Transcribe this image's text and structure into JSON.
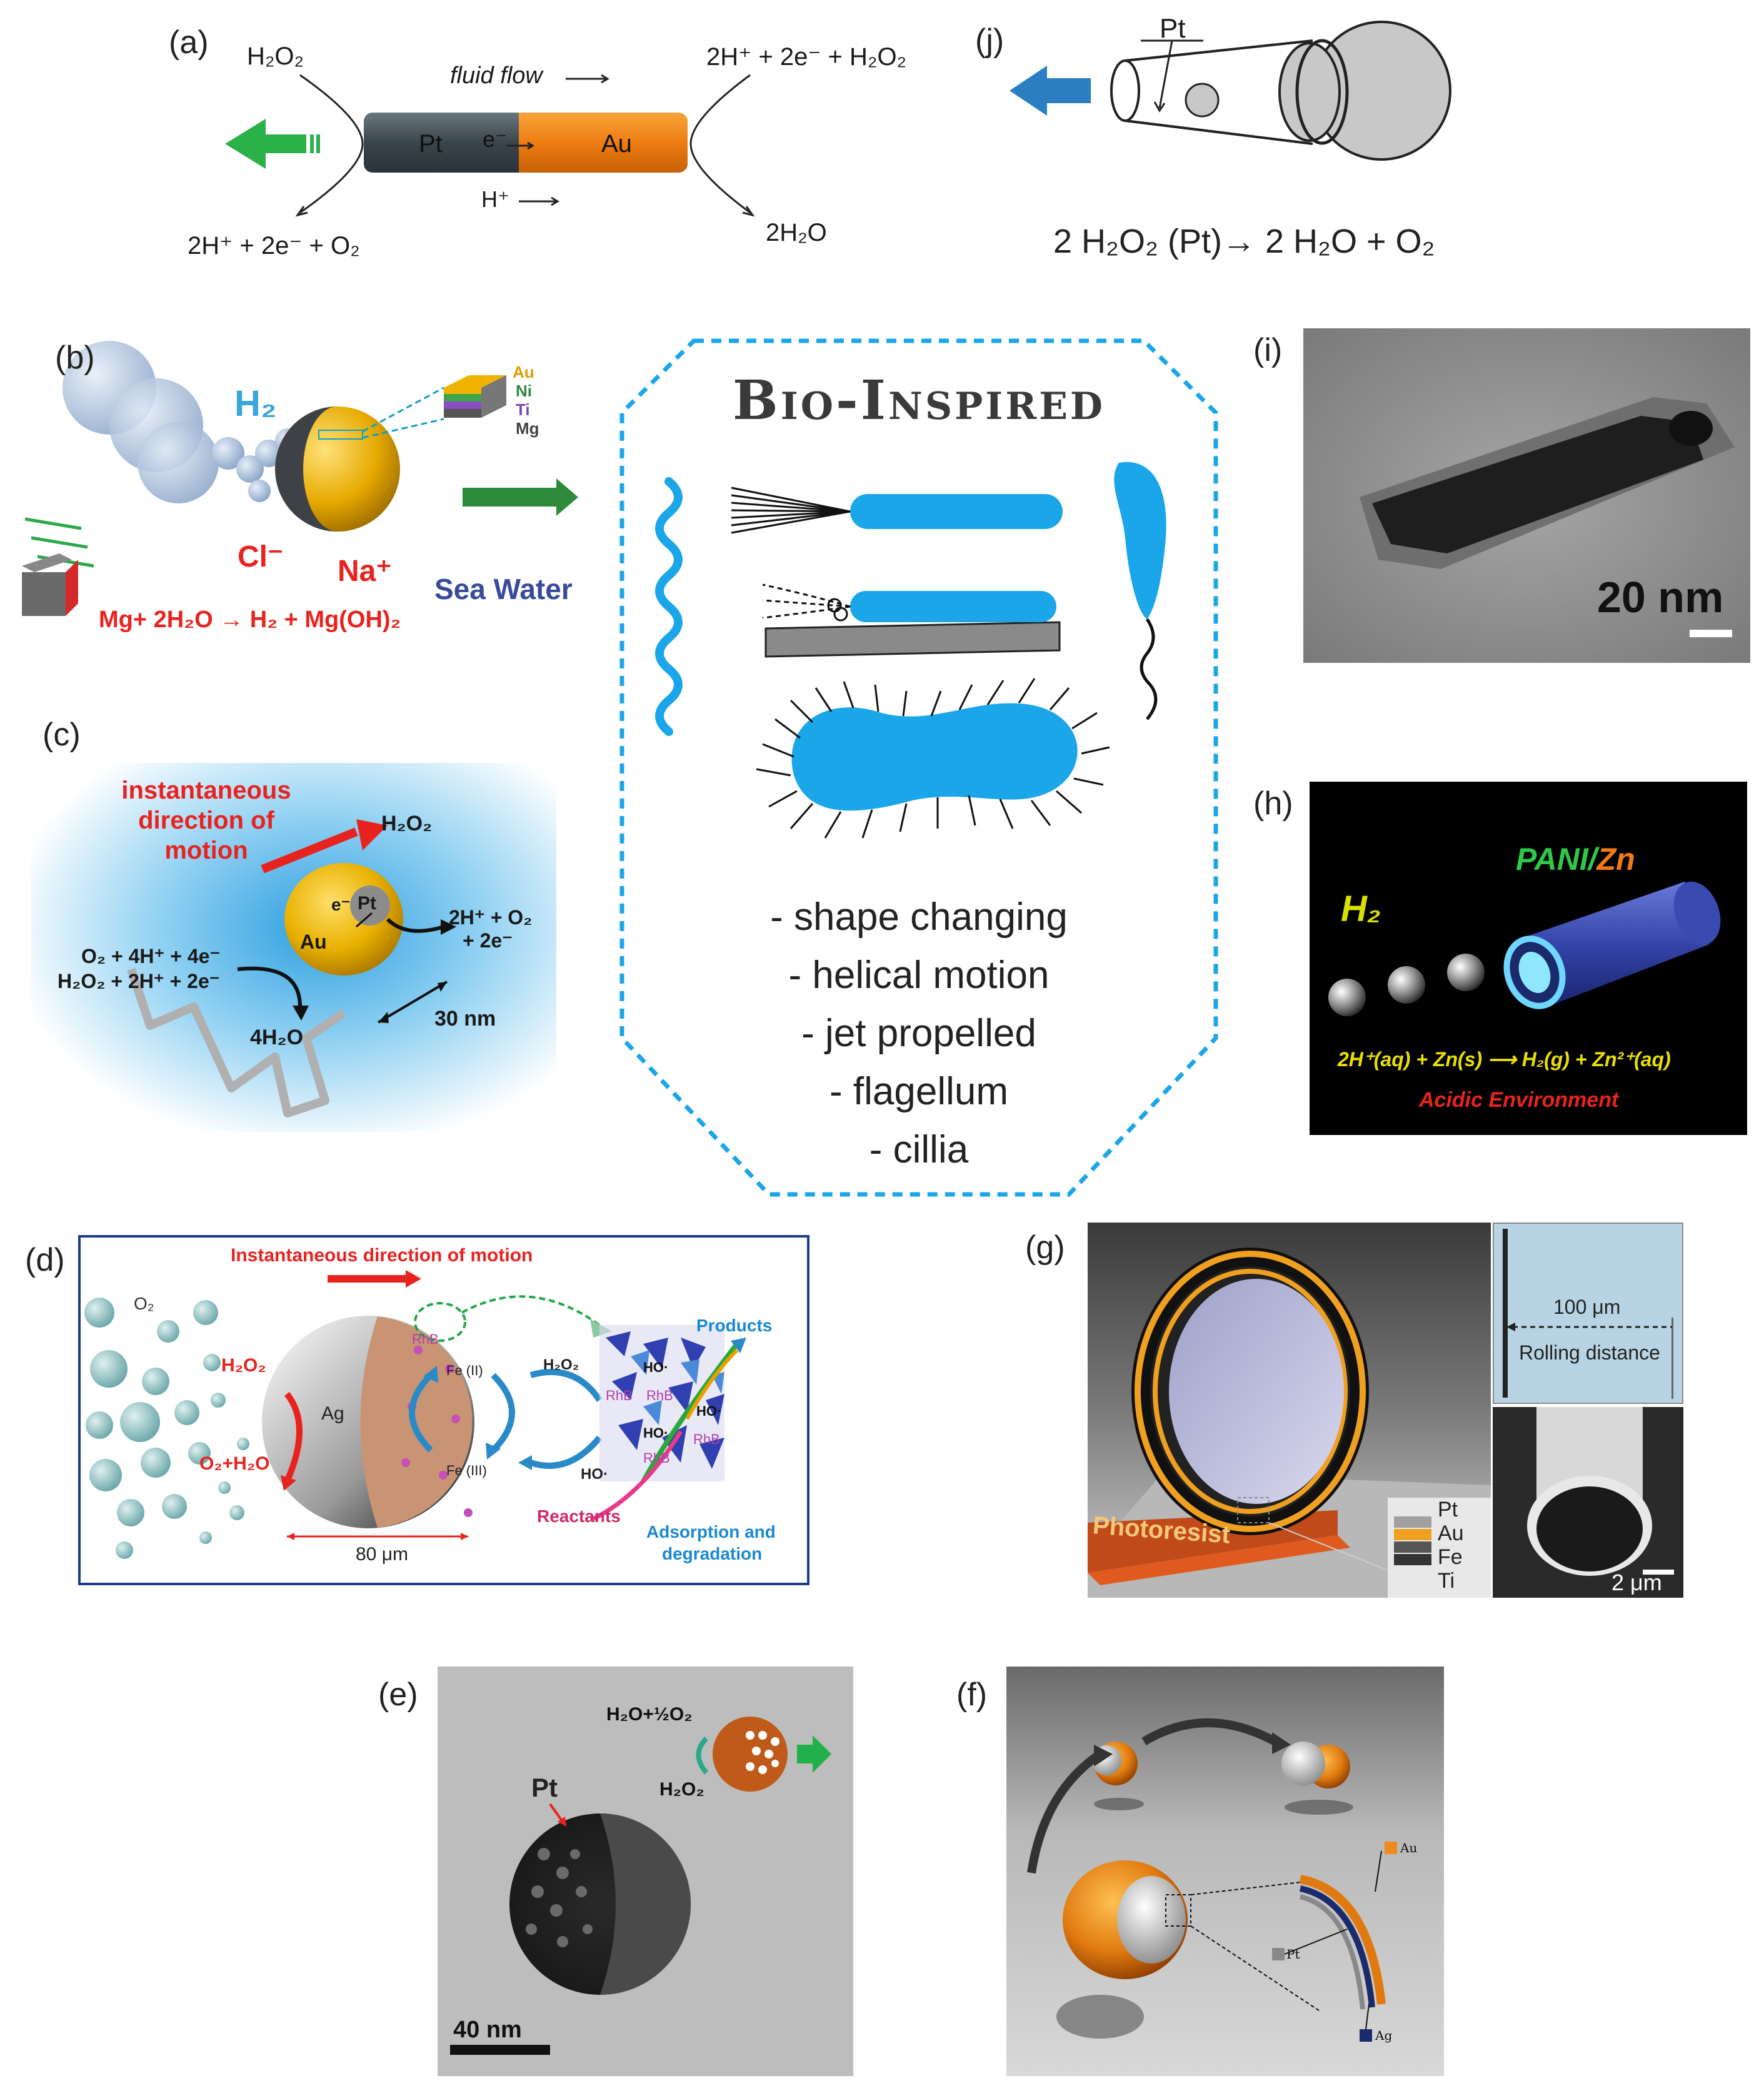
{
  "panels": {
    "a": {
      "label": "(a)",
      "h2o2_left": "H₂O₂",
      "fluid_flow": "fluid flow",
      "products_top_right": "2H⁺ + 2e⁻ + H₂O₂",
      "pt": "Pt",
      "e": "e⁻",
      "au": "Au",
      "h_plus": "H⁺",
      "products_bottom_left": "2H⁺ + 2e⁻ + O₂",
      "products_bottom_right": "2H₂O"
    },
    "j": {
      "label": "(j)",
      "pt": "Pt",
      "equation": "2 H₂O₂ (Pt)→ 2 H₂O + O₂"
    },
    "b": {
      "label": "(b)",
      "h2": "H₂",
      "layers": [
        "Au",
        "Ni",
        "Ti",
        "Mg"
      ],
      "cl": "Cl⁻",
      "na": "Na⁺",
      "sea_water": "Sea Water",
      "reaction": "Mg+ 2H₂O → H₂ + Mg(OH)₂"
    },
    "bio": {
      "title": "Bio-Inspired",
      "items": [
        "- shape changing",
        "- helical motion",
        "- jet propelled",
        "- flagellum",
        "- cillia"
      ]
    },
    "i": {
      "label": "(i)",
      "scale": "20 nm"
    },
    "c": {
      "label": "(c)",
      "direction": "instantaneous direction of motion",
      "h2o2": "H₂O₂",
      "pt": "Pt",
      "e": "e⁻",
      "au": "Au",
      "right_products_1": "2H⁺ + O₂",
      "right_products_2": "+ 2e⁻",
      "left_reactants_1": "O₂ + 4H⁺ + 4e⁻",
      "left_reactants_2": "H₂O₂ + 2H⁺ + 2e⁻",
      "water": "4H₂O",
      "scale": "30 nm"
    },
    "h": {
      "label": "(h)",
      "h2": "H₂",
      "pani": "PANI/",
      "zn": "Zn",
      "reaction": "2H⁺(aq) + Zn(s) ⟶ H₂(g) + Zn²⁺(aq)",
      "environment": "Acidic Environment"
    },
    "d": {
      "label": "(d)",
      "direction": "Instantaneous direction of motion",
      "o2": "O₂",
      "h2o2": "H₂O₂",
      "o2h2o": "O₂+H₂O",
      "ag": "Ag",
      "rhb": "RhB",
      "fe2": "Fe (II)",
      "fe3": "Fe (III)",
      "h2o2_mid": "H₂O₂",
      "ho": "HO·",
      "products": "Products",
      "reactants": "Reactants",
      "adsorption": "Adsorption and",
      "degradation": "degradation",
      "scale": "80 μm",
      "ho_labels": [
        "HO·",
        "HO·",
        "HO·"
      ],
      "rhb_labels": [
        "RhB",
        "RhB",
        "RhB",
        "RhB"
      ]
    },
    "g": {
      "label": "(g)",
      "photoresist": "Photoresist",
      "layers": [
        "Pt",
        "Au",
        "Fe",
        "Ti"
      ],
      "distance": "100 μm",
      "rolling": "Rolling distance",
      "scale": "2 μm"
    },
    "e": {
      "label": "(e)",
      "pt": "Pt",
      "h2o_half_o2": "H₂O+½O₂",
      "h2o2": "H₂O₂",
      "scale": "40 nm"
    },
    "f": {
      "label": "(f)",
      "au": "Au",
      "pt": "Pt",
      "ag": "Ag"
    }
  },
  "colors": {
    "pt_gray": "#3e4a52",
    "au_orange": "#f08a1c",
    "bio_blue": "#1aa6e8",
    "arrow_green": "#22a83a",
    "red": "#e8231f"
  }
}
